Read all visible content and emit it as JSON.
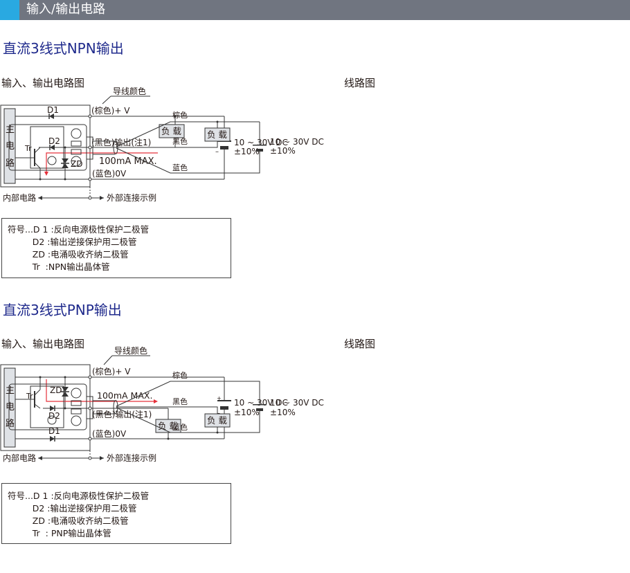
{
  "header": {
    "title": "输入/输出电路"
  },
  "sections": {
    "npn": {
      "title": "直流3线式NPN输出",
      "circuit_title": "输入、输出电路图",
      "wiring_title": "线路图",
      "circuit": {
        "wire_color_label": "导线颜色",
        "main_circuit_chars": [
          "主",
          "电",
          "路"
        ],
        "d1": "D1",
        "d2": "D2",
        "tr": "Tr",
        "zd": "ZD",
        "brown_label": "(棕色)+ V",
        "black_label": "(黑色)输出(注1)",
        "blue_label": "(蓝色)0V",
        "current_label": "100mA  MAX.",
        "load_label": "负 载",
        "supply_line1": "10 ~ 30V DC",
        "supply_line2": "±10%",
        "plus": "+",
        "minus": "–",
        "internal_label": "内部电路",
        "external_label": "外部连接示例"
      },
      "wiring": {
        "brown": "棕色",
        "black": "黑色",
        "blue": "蓝色",
        "load_label": "负 载",
        "supply_line1": "10 ~ 30V DC",
        "supply_line2": "±10%"
      },
      "legend": [
        "符号...D 1 :反向电源极性保护二极管",
        "         D2 :输出逆接保护用二极管",
        "         ZD :电涌吸收齐纳二极管",
        "         Tr  :NPN输出晶体管"
      ]
    },
    "pnp": {
      "title": "直流3线式PNP输出",
      "circuit_title": "输入、输出电路图",
      "wiring_title": "线路图",
      "circuit": {
        "wire_color_label": "导线颜色",
        "main_circuit_chars": [
          "主",
          "电",
          "路"
        ],
        "d1": "D1",
        "d2": "D2",
        "tr": "Tr",
        "zd": "ZD",
        "brown_label": "(棕色)+ V",
        "black_label": "(黑色)输出(注1)",
        "blue_label": "(蓝色)0V",
        "current_label": "100mA  MAX.",
        "load_label": "负 载",
        "supply_line1": "10 ~ 30V DC",
        "supply_line2": "±10%",
        "plus": "+",
        "minus": "–",
        "internal_label": "内部电路",
        "external_label": "外部连接示例"
      },
      "wiring": {
        "brown": "棕色",
        "black": "黑色",
        "blue": "蓝色",
        "load_label": "负 载",
        "supply_line1": "10 ~ 30V DC",
        "supply_line2": "±10%"
      },
      "legend": [
        "符号...D 1 :反向电源极性保护二极管",
        "         D2 :输出逆接保护用二极管",
        "         ZD :电涌吸收齐纳二极管",
        "         Tr  : PNP输出晶体管"
      ]
    }
  },
  "colors": {
    "accent": "#29a9e1",
    "header_bg": "#707580",
    "title_blue": "#1f2a8c",
    "current_red": "#e5303a",
    "panel_gray": "#dfe2e6"
  }
}
